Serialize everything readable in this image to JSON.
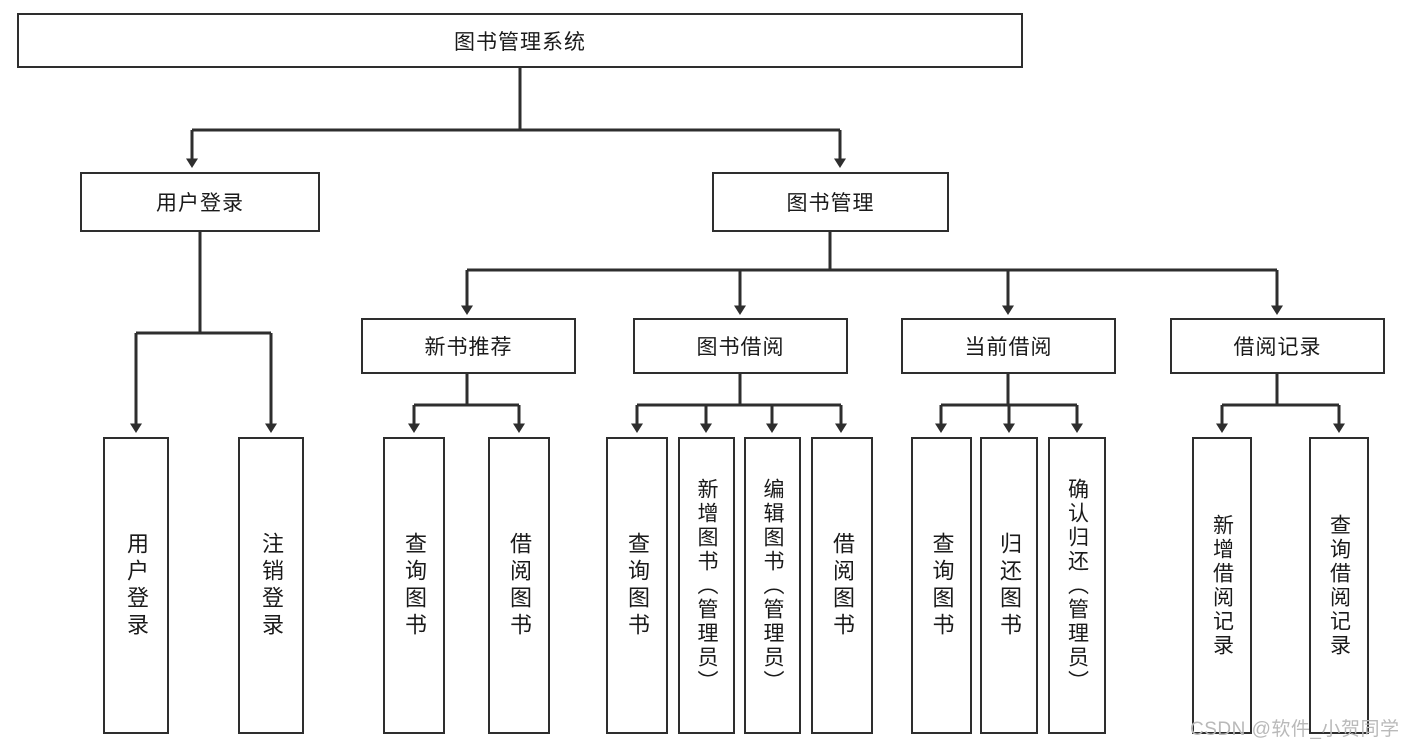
{
  "diagram": {
    "type": "hierarchy-tree",
    "title_node": {
      "label": "图书管理系统"
    },
    "level2": [
      {
        "id": "user-login",
        "label": "用户登录"
      },
      {
        "id": "book-manage",
        "label": "图书管理"
      }
    ],
    "level3": [
      {
        "id": "new-book-recommend",
        "label": "新书推荐"
      },
      {
        "id": "book-borrow",
        "label": "图书借阅"
      },
      {
        "id": "current-borrow",
        "label": "当前借阅"
      },
      {
        "id": "borrow-record",
        "label": "借阅记录"
      }
    ],
    "leaves": {
      "user_login": [
        {
          "id": "leaf-user-login",
          "label": "用户登录"
        },
        {
          "id": "leaf-logout-login",
          "label": "注销登录"
        }
      ],
      "new_book_recommend": [
        {
          "id": "leaf-query-book-1",
          "label": "查询图书"
        },
        {
          "id": "leaf-borrow-book-1",
          "label": "借阅图书"
        }
      ],
      "book_borrow": [
        {
          "id": "leaf-query-book-2",
          "label": "查询图书"
        },
        {
          "id": "leaf-add-book-admin",
          "label": "新增图书（管理员）"
        },
        {
          "id": "leaf-edit-book-admin",
          "label": "编辑图书（管理员）"
        },
        {
          "id": "leaf-borrow-book-2",
          "label": "借阅图书"
        }
      ],
      "current_borrow": [
        {
          "id": "leaf-query-book-3",
          "label": "查询图书"
        },
        {
          "id": "leaf-return-book",
          "label": "归还图书"
        },
        {
          "id": "leaf-confirm-return-admin",
          "label": "确认归还（管理员）"
        }
      ],
      "borrow_record": [
        {
          "id": "leaf-add-borrow-record",
          "label": "新增借阅记录"
        },
        {
          "id": "leaf-query-borrow-record",
          "label": "查询借阅记录"
        }
      ]
    },
    "colors": {
      "stroke": "#2e2e2e",
      "fill": "#ffffff",
      "text": "#1a1a1a",
      "watermark": "#b9b9b9"
    }
  },
  "watermark": {
    "text": "CSDN @软件_小贺同学"
  }
}
